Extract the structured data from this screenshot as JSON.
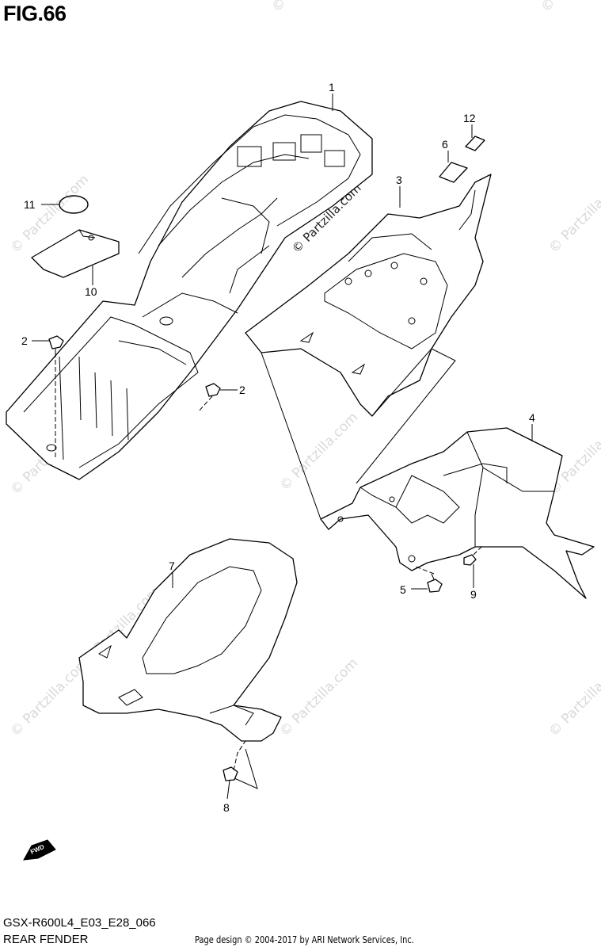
{
  "figure": {
    "title": "FIG.66",
    "code": "GSX-R600L4_E03_E28_066",
    "name": "REAR FENDER",
    "credit": "Page design © 2004-2017 by ARI Network Services, Inc."
  },
  "watermark": {
    "text": "© Partzilla.com"
  },
  "fwd_label": "FWD",
  "callouts": {
    "c1": "1",
    "c2a": "2",
    "c2b": "2",
    "c3": "3",
    "c4": "4",
    "c5": "5",
    "c6": "6",
    "c7": "7",
    "c8": "8",
    "c9": "9",
    "c10": "10",
    "c11": "11",
    "c12": "12"
  }
}
